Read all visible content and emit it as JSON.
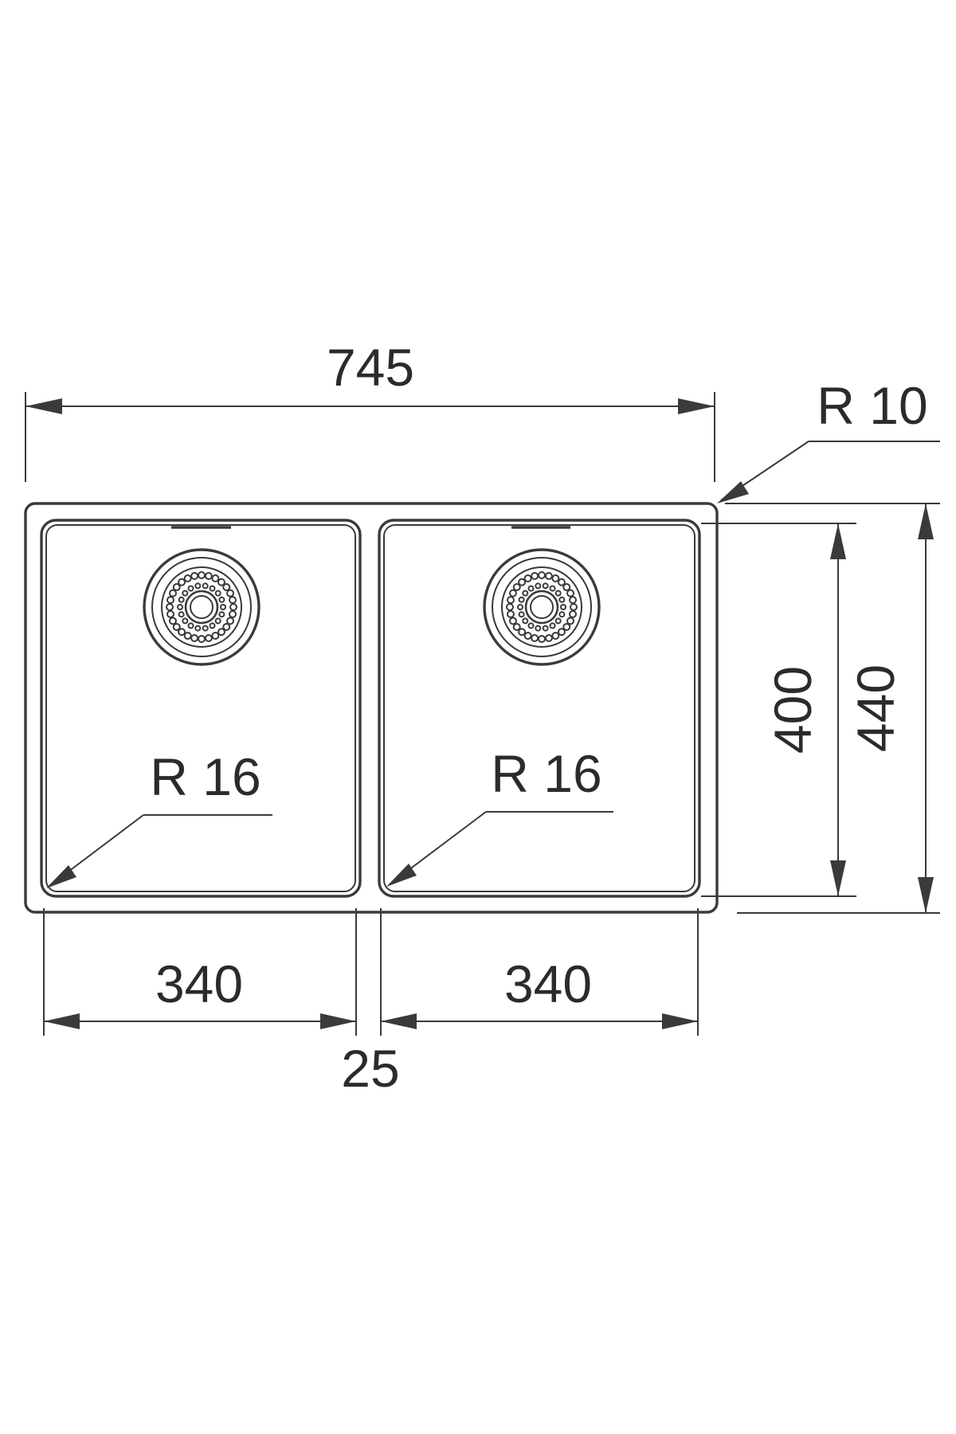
{
  "dimensions": {
    "overall_width": "745",
    "corner_radius_outer": "R 10",
    "bowl_left_radius": "R 16",
    "bowl_right_radius": "R 16",
    "bowl_left_width": "340",
    "bowl_right_width": "340",
    "divider_width": "25",
    "bowl_depth": "400",
    "overall_depth": "440"
  },
  "colors": {
    "line": "#3a3a3a",
    "text": "#2b2b2b",
    "background": "#ffffff"
  },
  "icons": {
    "drain_left": "strainer-drain-icon",
    "drain_right": "strainer-drain-icon"
  }
}
